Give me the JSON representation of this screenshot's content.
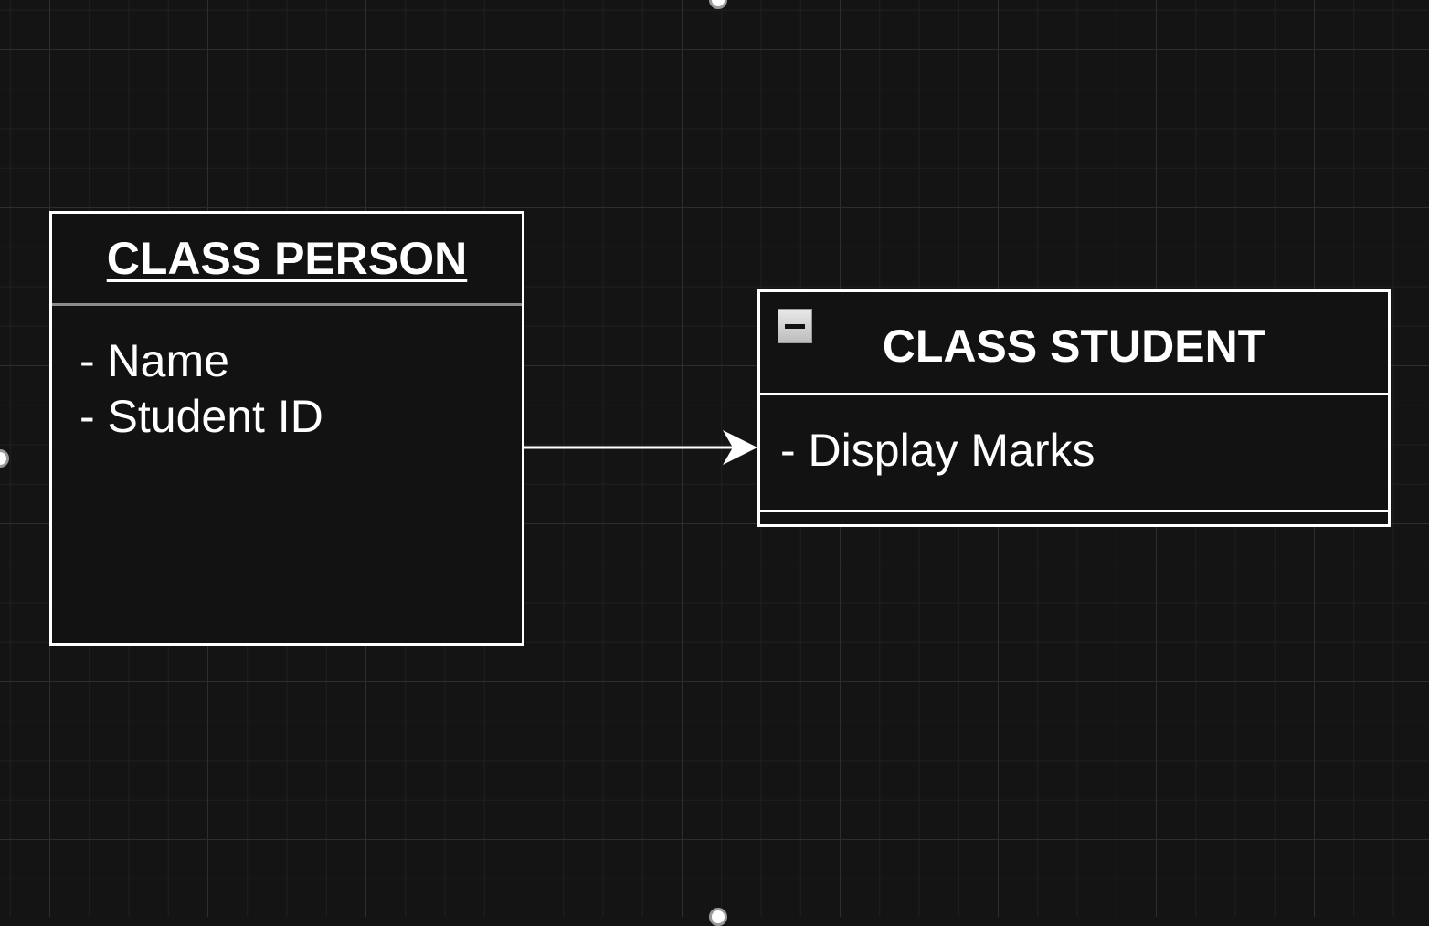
{
  "diagram": {
    "type": "uml-class",
    "classes": [
      {
        "title": "CLASS PERSON",
        "attributes": [
          "- Name",
          "- Student ID"
        ]
      },
      {
        "title": "CLASS STUDENT",
        "methods": [
          "- Display Marks"
        ],
        "collapse_icon": "minus-icon"
      }
    ],
    "relations": [
      {
        "from": "CLASS PERSON",
        "to": "CLASS STUDENT",
        "arrow": "open-arrow"
      }
    ]
  },
  "colors": {
    "background": "#141414",
    "box_fill": "#121212",
    "stroke": "#ffffff",
    "text": "#ffffff"
  }
}
